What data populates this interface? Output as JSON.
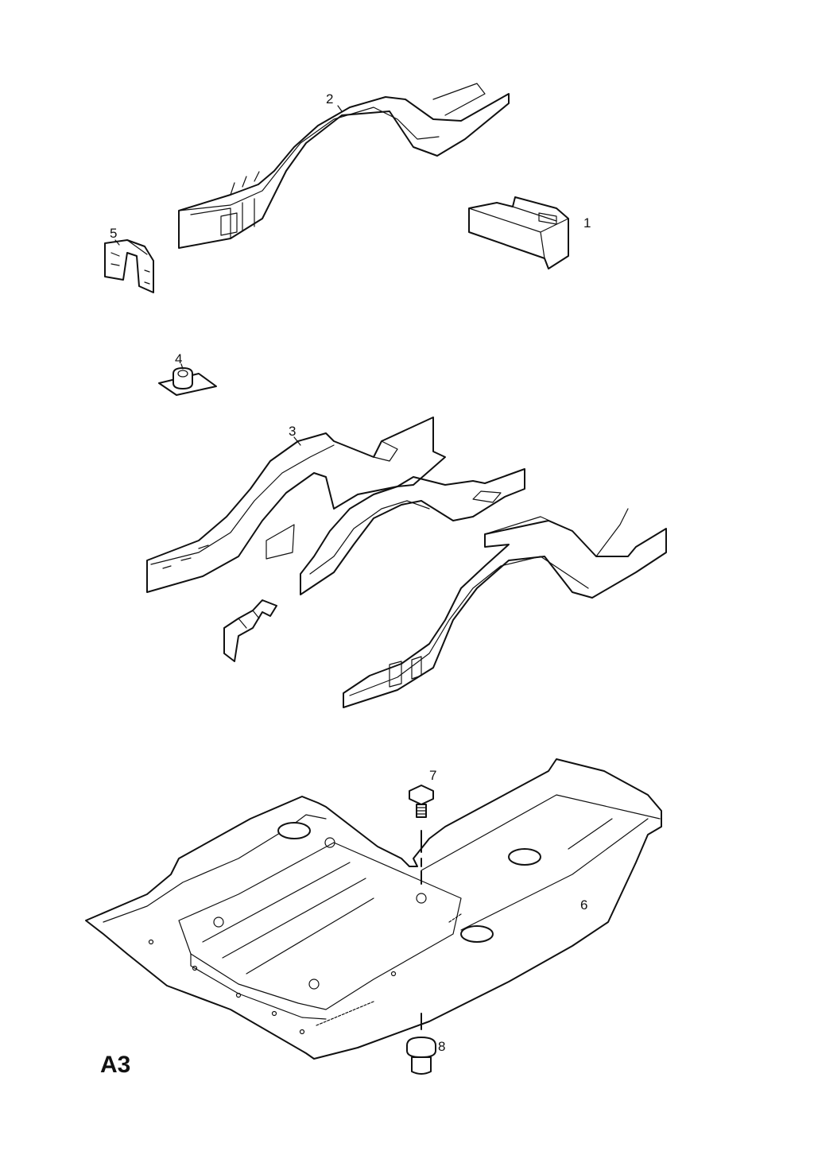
{
  "diagram": {
    "sheet_code": "A3",
    "callouts": [
      "1",
      "2",
      "3",
      "4",
      "5",
      "6",
      "7",
      "8"
    ]
  }
}
